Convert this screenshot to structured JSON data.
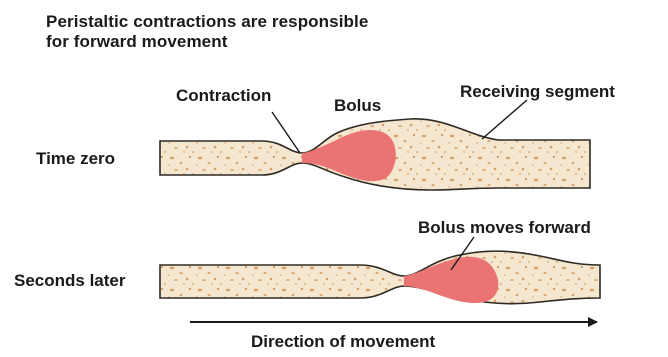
{
  "title": {
    "line1": "Peristaltic contractions are responsible",
    "line2": "for forward movement"
  },
  "labels": {
    "contraction": "Contraction",
    "bolus": "Bolus",
    "receiving_segment": "Receiving segment",
    "time_zero": "Time zero",
    "bolus_moves_forward": "Bolus moves forward",
    "seconds_later": "Seconds later",
    "direction_of_movement": "Direction of movement"
  },
  "colors": {
    "tube_fill": "#f4e6cf",
    "tube_outline": "#2f2a24",
    "speckle": "#d7a066",
    "bolus": "#ea7474",
    "text": "#1a1a1a"
  }
}
